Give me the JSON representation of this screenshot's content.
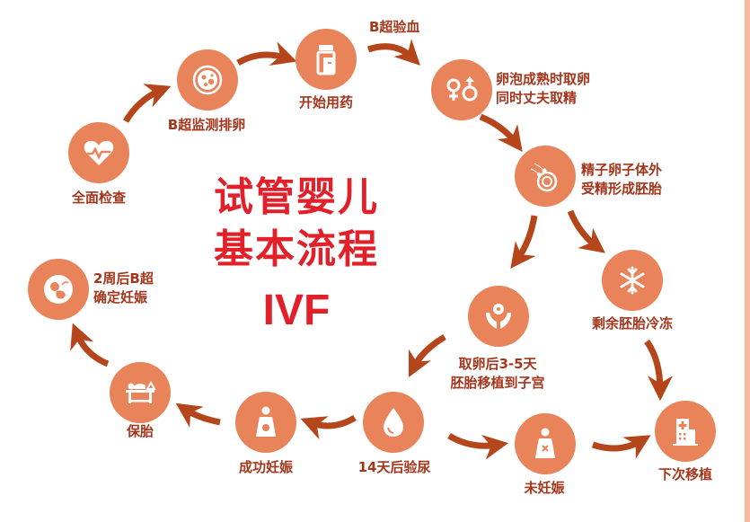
{
  "title": {
    "line1": "试管婴儿",
    "line2": "基本流程",
    "line3": "IVF"
  },
  "colors": {
    "node_fill": "#e8835a",
    "arrow": "#b5461c",
    "label": "#a4361c",
    "title": "#e1202a",
    "accent_strip": "#f7b9a0"
  },
  "steps": [
    {
      "id": "exam",
      "label": "全面检查",
      "icon": "heart-pulse-icon"
    },
    {
      "id": "ultrasound-ovulation",
      "label": "B超监测排卵",
      "icon": "petri-dish-icon"
    },
    {
      "id": "start-medication",
      "label": "开始用药",
      "icon": "medicine-bottle-icon"
    },
    {
      "id": "egg-retrieval",
      "label_line1": "卵泡成熟时取卵",
      "label_line2": "同时丈夫取精",
      "icon": "gender-symbols-icon"
    },
    {
      "id": "fertilization",
      "label_line1": "精子卵子体外",
      "label_line2": "受精形成胚胎",
      "icon": "sperm-egg-icon"
    },
    {
      "id": "freeze",
      "label": "剩余胚胎冷冻",
      "icon": "snowflake-icon"
    },
    {
      "id": "transfer",
      "label_line1": "取卵后3-5天",
      "label_line2": "胚胎移植到子宫",
      "icon": "hands-embryo-icon"
    },
    {
      "id": "urine-test",
      "label": "14天后验尿",
      "icon": "drop-icon"
    },
    {
      "id": "pregnant",
      "label": "成功妊娠",
      "icon": "pregnant-woman-icon"
    },
    {
      "id": "keep-pregnancy",
      "label": "保胎",
      "icon": "bed-rest-icon"
    },
    {
      "id": "confirm",
      "label_line1": "2周后B超",
      "label_line2": "确定妊娠",
      "icon": "fetus-icon"
    },
    {
      "id": "not-pregnant",
      "label": "未妊娠",
      "icon": "woman-cross-icon"
    },
    {
      "id": "next-transfer",
      "label": "下次移植",
      "icon": "hospital-icon"
    }
  ],
  "edges": [
    {
      "from": "exam",
      "to": "ultrasound-ovulation"
    },
    {
      "from": "ultrasound-ovulation",
      "to": "start-medication"
    },
    {
      "from": "start-medication",
      "to": "egg-retrieval",
      "label": "B超验血"
    },
    {
      "from": "egg-retrieval",
      "to": "fertilization"
    },
    {
      "from": "fertilization",
      "to": "transfer"
    },
    {
      "from": "fertilization",
      "to": "freeze"
    },
    {
      "from": "freeze",
      "to": "next-transfer"
    },
    {
      "from": "transfer",
      "to": "urine-test"
    },
    {
      "from": "urine-test",
      "to": "pregnant"
    },
    {
      "from": "urine-test",
      "to": "not-pregnant"
    },
    {
      "from": "not-pregnant",
      "to": "next-transfer"
    },
    {
      "from": "pregnant",
      "to": "keep-pregnancy"
    },
    {
      "from": "keep-pregnancy",
      "to": "confirm"
    }
  ]
}
